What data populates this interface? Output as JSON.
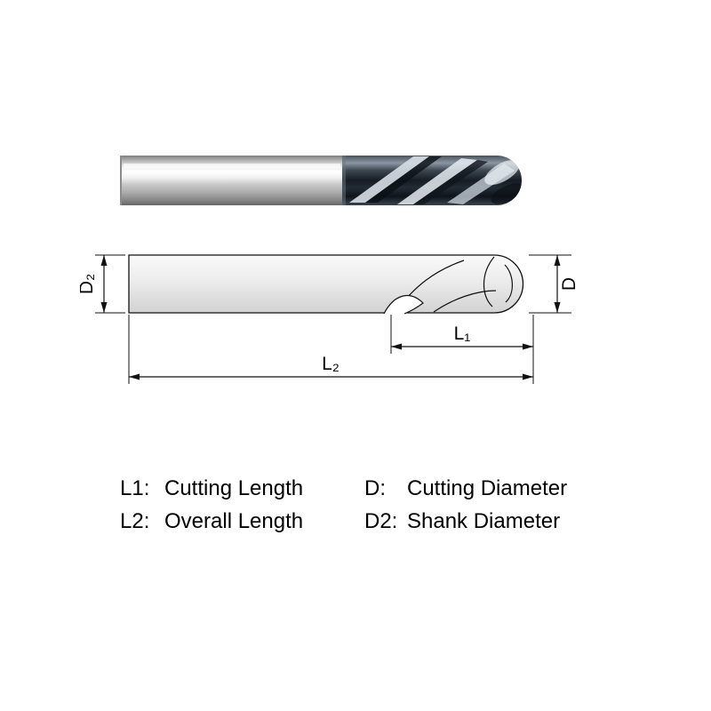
{
  "drawing": {
    "labels": {
      "d2": "D₂",
      "d": "D",
      "l1": "L₁",
      "l2": "L₂"
    }
  },
  "legend": {
    "rows": [
      {
        "key1": "L1:",
        "val1": "Cutting Length",
        "key2": "D:",
        "val2": "Cutting Diameter"
      },
      {
        "key1": "L2:",
        "val1": "Overall Length",
        "key2": "D2:",
        "val2": "Shank Diameter"
      }
    ]
  },
  "colors": {
    "line": "#000000",
    "metal_highlight": "#ffffff",
    "metal_mid": "#c9c9c9",
    "flute_dark": "#161c24"
  }
}
